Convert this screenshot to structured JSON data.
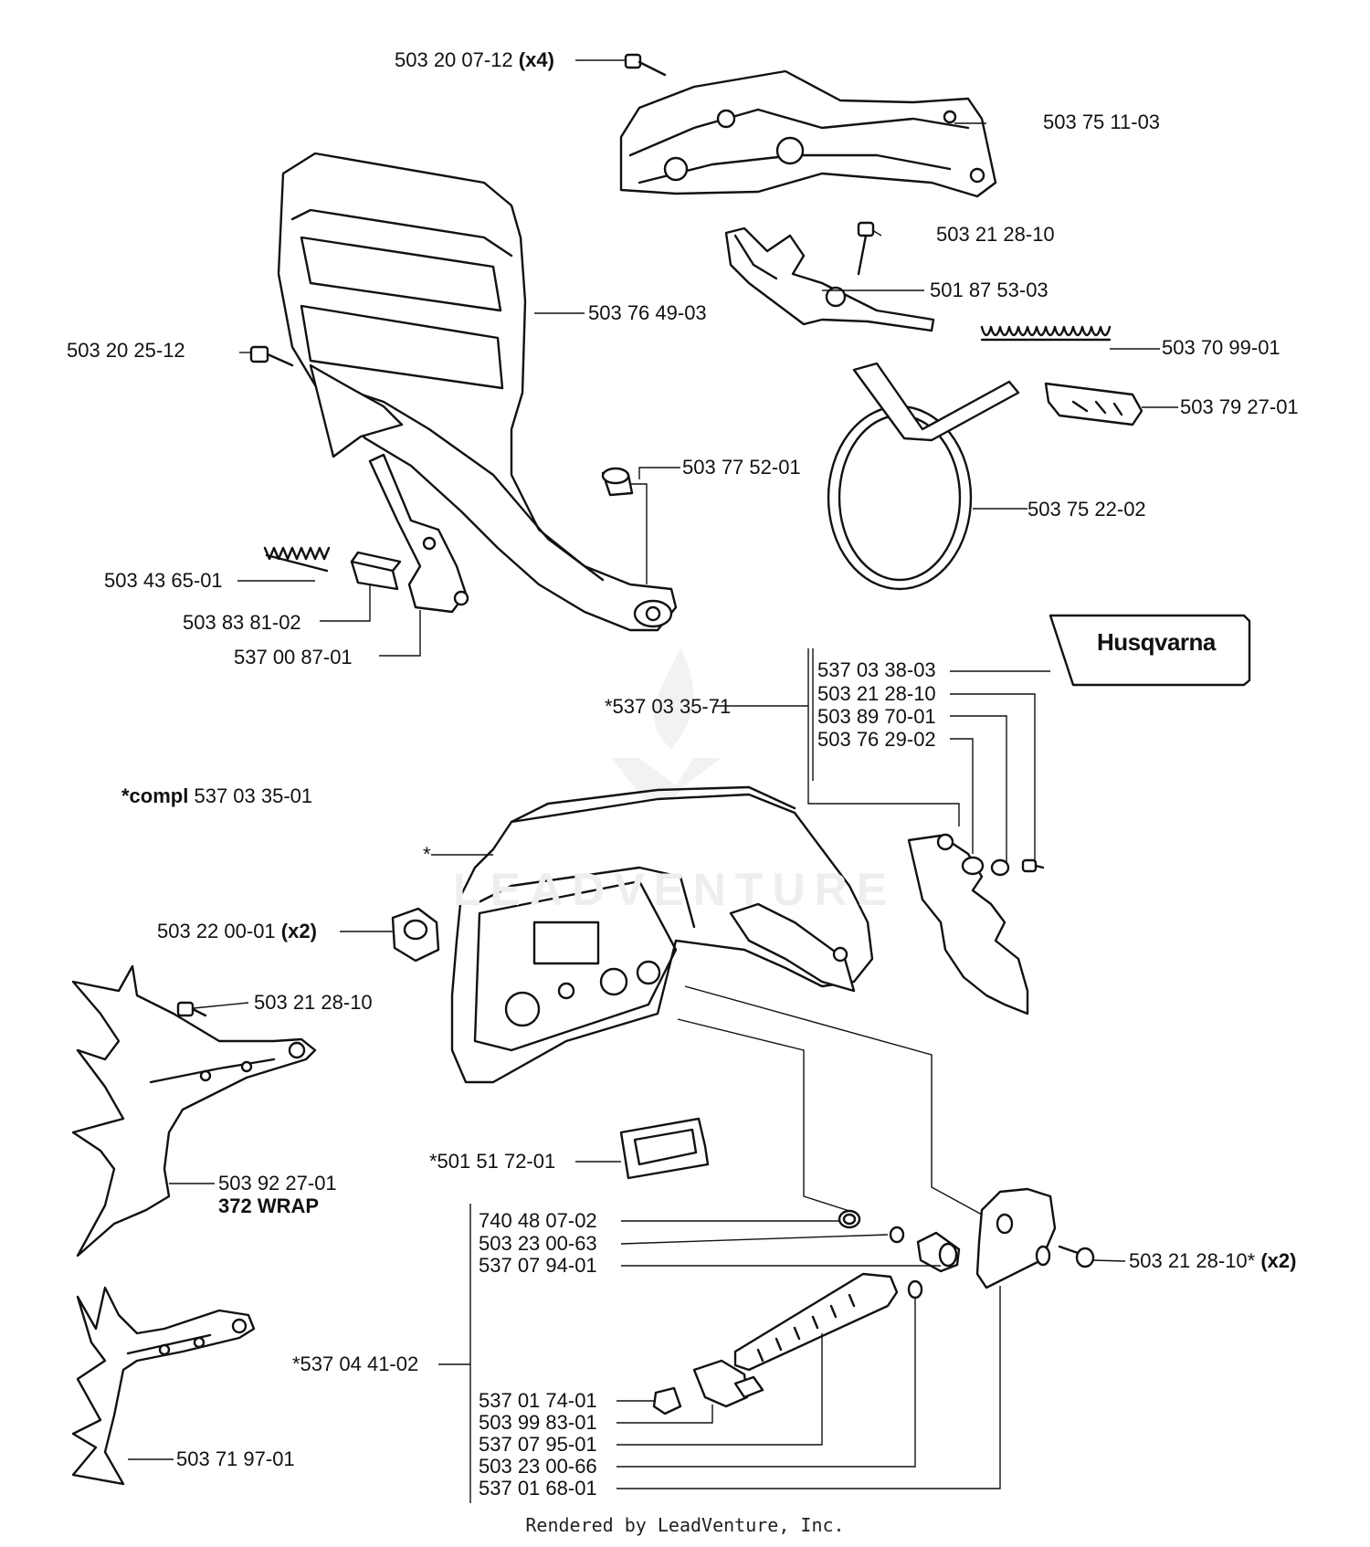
{
  "labels": {
    "screw_x4_num": "503 20 07-12",
    "screw_x4_qty": "(x4)",
    "cover_top": "503 75 11-03",
    "screw_a": "503 21 28-10",
    "lever": "501 87 53-03",
    "guard": "503 76 49-03",
    "screw_guard": "503 20 25-12",
    "spring": "503 70 99-01",
    "bracket": "503 79 27-01",
    "bushing": "503 77 52-01",
    "band": "503 75 22-02",
    "small_spring": "503 43 65-01",
    "block": "503 83 81-02",
    "latch": "537 00 87-01",
    "kit_a": "*537 03 35-71",
    "decal": "537 03 38-03",
    "screw_b": "503 21 28-10",
    "washer_b": "503 89 70-01",
    "spacer_b": "503 76 29-02",
    "compl_prefix": "*compl",
    "compl_num": "537 03 35-01",
    "star": "*",
    "nut_num": "503 22 00-01",
    "nut_qty": "(x2)",
    "screw_c": "503 21 28-10",
    "spike_a": "503 92 27-01",
    "spike_a_note": "372 WRAP",
    "felt": "*501 51 72-01",
    "oring_a": "740 48 07-02",
    "oring_b": "503 23 00-63",
    "adjuster": "537 07 94-01",
    "screw_d_num": "503 21 28-10*",
    "screw_d_qty": "(x2)",
    "kit_b": "*537 04 41-02",
    "nut_small": "537 01 74-01",
    "nut_holder": "503 99 83-01",
    "screw_rod": "537 07 95-01",
    "oring_c": "503 23 00-66",
    "plate": "537 01 68-01",
    "spike_b": "503 71 97-01"
  },
  "logo": {
    "brand": "Husqvarna"
  },
  "watermark": "LEADVENTURE",
  "footer": "Rendered by LeadVenture, Inc."
}
